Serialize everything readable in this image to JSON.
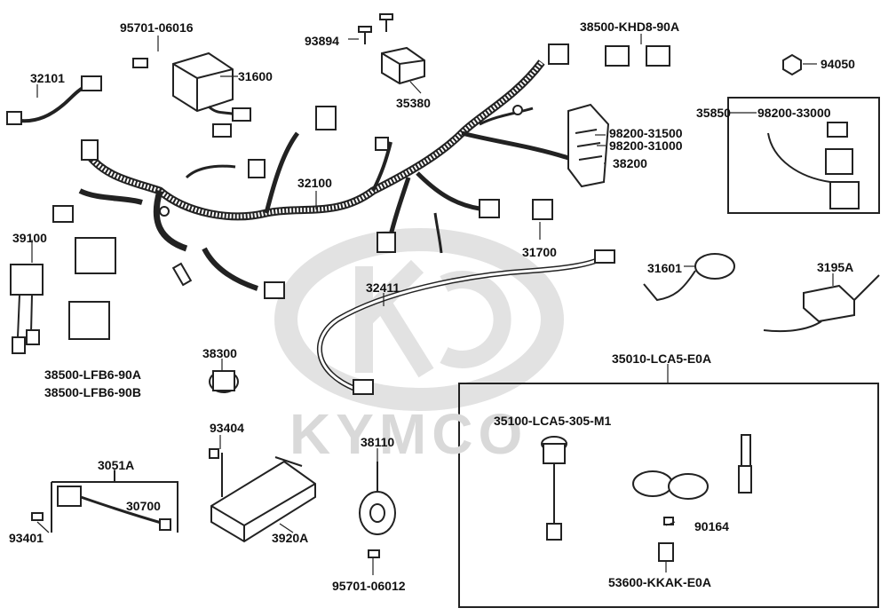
{
  "watermark": {
    "brand": "KYMCO"
  },
  "parts": {
    "p95701_06016": "95701-06016",
    "p32101": "32101",
    "p31600": "31600",
    "p93894": "93894",
    "p35380": "35380",
    "p38500_KHD8_90A": "38500-KHD8-90A",
    "p94050": "94050",
    "p35850": "35850",
    "p98200_33000": "98200-33000",
    "p98200_31500": "98200-31500",
    "p98200_31000": "98200-31000",
    "p38200": "38200",
    "p32100": "32100",
    "p39100": "39100",
    "p31700": "31700",
    "p31601": "31601",
    "p3195A": "3195A",
    "p32411": "32411",
    "p38500_LFB6_90A": "38500-LFB6-90A",
    "p38500_LFB6_90B": "38500-LFB6-90B",
    "p38300": "38300",
    "p35010_LCA5_E0A": "35010-LCA5-E0A",
    "p93404": "93404",
    "p35100_LCA5_305_M1": "35100-LCA5-305-M1",
    "p38110": "38110",
    "p3051A": "3051A",
    "p30700": "30700",
    "p93401": "93401",
    "p3920A": "3920A",
    "p90164": "90164",
    "p95701_06012": "95701-06012",
    "p53600_KKAK_E0A": "53600-KKAK-E0A"
  }
}
